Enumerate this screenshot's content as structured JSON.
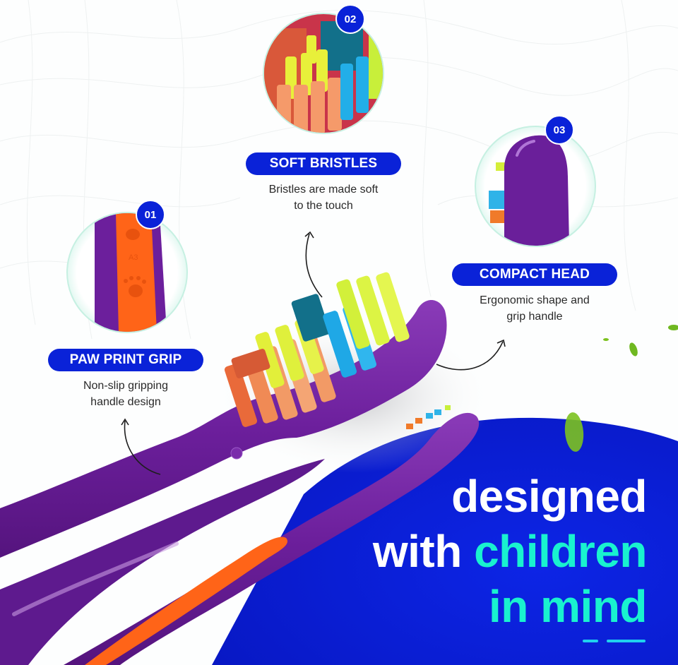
{
  "features": [
    {
      "number": "01",
      "title": "PAW PRINT GRIP",
      "description_line1": "Non-slip gripping",
      "description_line2": "handle design"
    },
    {
      "number": "02",
      "title": "SOFT BRISTLES",
      "description_line1": "Bristles are made soft",
      "description_line2": "to the touch"
    },
    {
      "number": "03",
      "title": "COMPACT HEAD",
      "description_line1": "Ergonomic shape and",
      "description_line2": "grip handle"
    }
  ],
  "headline": {
    "line1": "designed",
    "line2_white": "with",
    "line2_accent": "children",
    "line3_accent": "in mind"
  },
  "colors": {
    "brand_blue": "#0a22d8",
    "panel_blue": "#0b1fd9",
    "accent_teal": "#19f2cf",
    "dash_cyan": "#1fd1ef",
    "handle_purple": "#6a1f9a",
    "grip_orange": "#ff6418",
    "leaf_green": "#7cc21f"
  }
}
